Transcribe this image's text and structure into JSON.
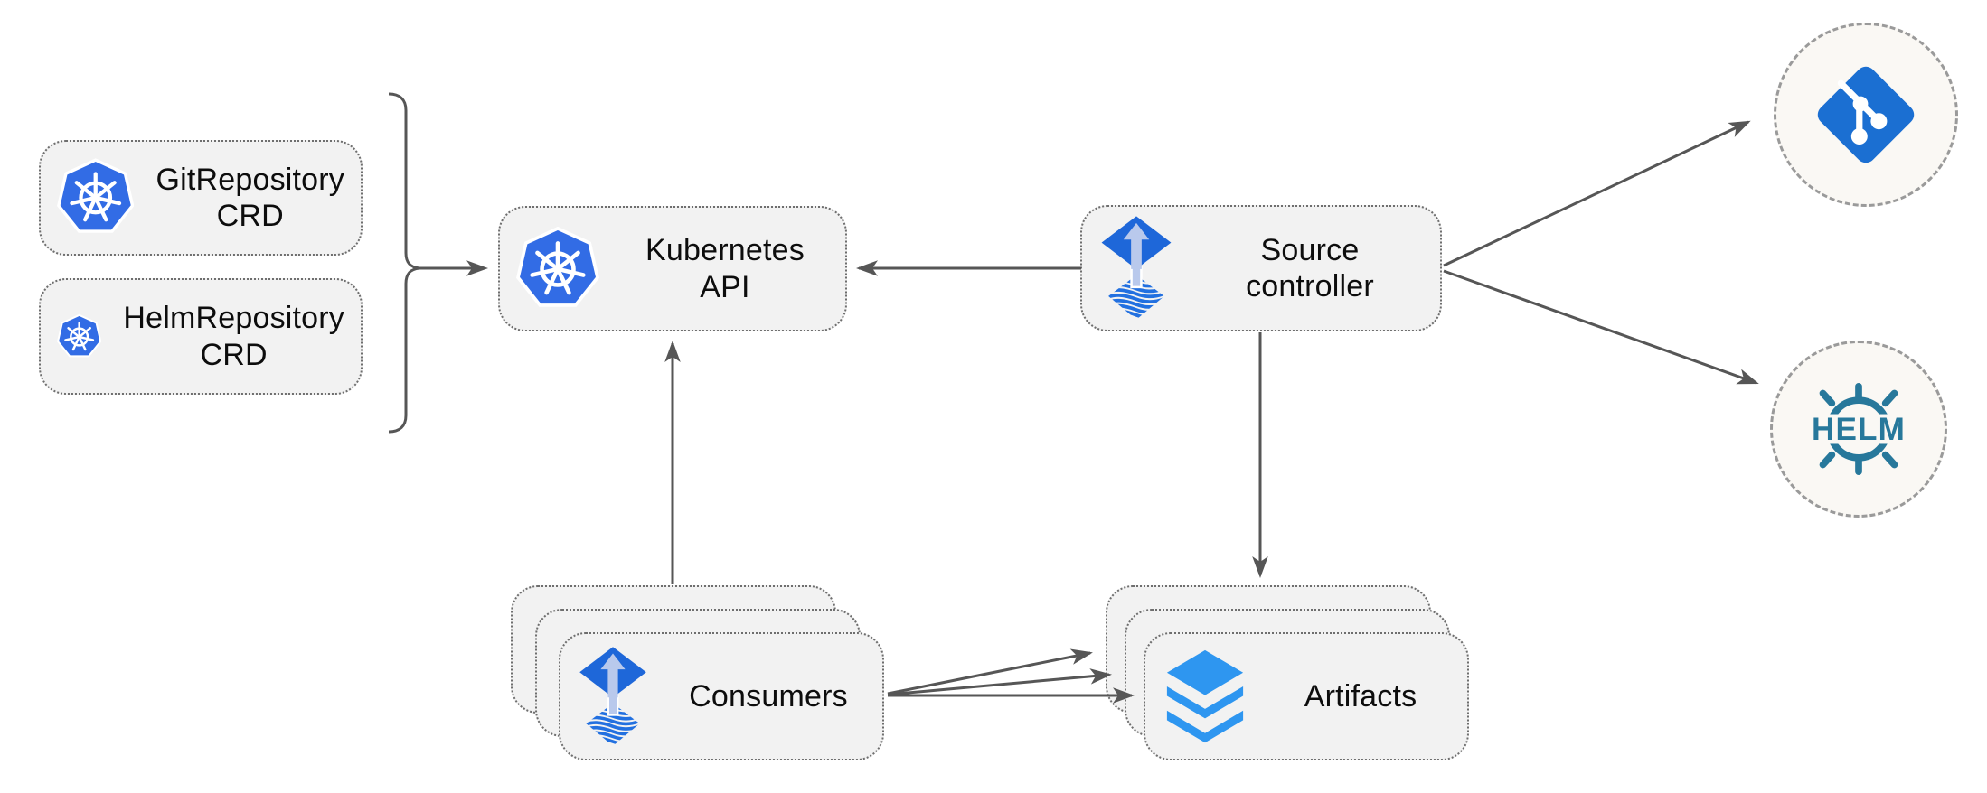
{
  "nodes": {
    "git_repository_crd": {
      "line1": "GitRepository",
      "line2": "CRD",
      "icon": "kubernetes-icon"
    },
    "helm_repository_crd": {
      "line1": "HelmRepository",
      "line2": "CRD",
      "icon": "kubernetes-icon"
    },
    "kubernetes_api": {
      "label": "Kubernetes API",
      "icon": "kubernetes-icon"
    },
    "source_controller": {
      "line1": "Source",
      "line2": "controller",
      "icon": "flux-icon"
    },
    "consumers": {
      "label": "Consumers",
      "icon": "flux-icon",
      "stack_count": 3
    },
    "artifacts": {
      "label": "Artifacts",
      "icon": "layers-icon",
      "stack_count": 3
    },
    "git_endpoint": {
      "icon": "git-icon"
    },
    "helm_endpoint": {
      "icon": "helm-icon",
      "logo_text": "HELM"
    }
  },
  "edges": [
    {
      "from": "git_repository_crd + helm_repository_crd",
      "to": "kubernetes_api",
      "style": "brace-then-arrow"
    },
    {
      "from": "source_controller",
      "to": "kubernetes_api",
      "style": "arrow"
    },
    {
      "from": "consumers",
      "to": "kubernetes_api",
      "style": "arrow"
    },
    {
      "from": "source_controller",
      "to": "artifacts",
      "style": "arrow"
    },
    {
      "from": "source_controller",
      "to": "git_endpoint",
      "style": "arrow"
    },
    {
      "from": "source_controller",
      "to": "helm_endpoint",
      "style": "arrow"
    },
    {
      "from": "consumers",
      "to": "artifacts",
      "style": "arrow-fan",
      "count": 3
    }
  ],
  "colors": {
    "background": "#ffffff",
    "node_fill": "#f2f2f2",
    "node_border_dotted": "#6e6e6e",
    "circle_fill": "#faf8f4",
    "circle_border_dashed": "#9a9a9a",
    "arrow_gray": "#565656",
    "text": "#0d0d0d",
    "kubernetes_blue": "#326ce5",
    "flux_diamond_blue": "#1e67d9",
    "flux_arrow_light_blue": "#b9c9ec",
    "flux_wave_blue": "#2270e0",
    "layers_blue": "#2e96f0",
    "git_blue": "#1b6fd2",
    "helm_teal": "#27789b"
  }
}
